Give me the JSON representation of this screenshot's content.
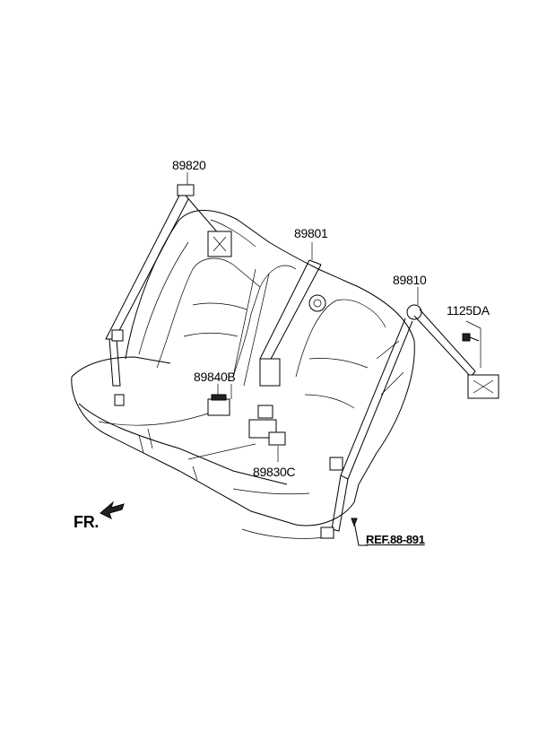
{
  "labels": {
    "p89820": "89820",
    "p89801": "89801",
    "p89810": "89810",
    "p1125DA": "1125DA",
    "p89840B": "89840B",
    "p89830C": "89830C",
    "ref": "REF.88-891",
    "fr": "FR."
  }
}
